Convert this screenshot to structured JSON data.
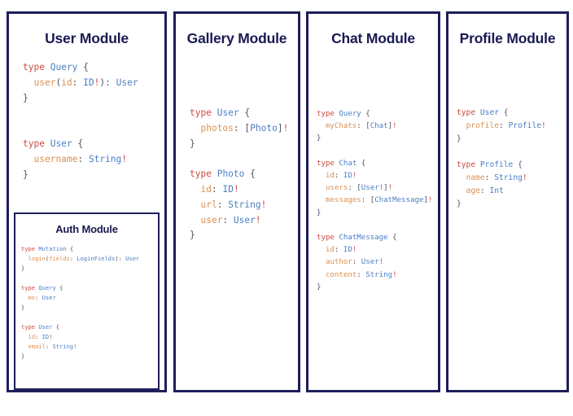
{
  "diagram": {
    "type": "graphql-schema-module-map",
    "modules": [
      {
        "id": "user-module",
        "title": "User Module",
        "code_lines": [
          [
            {
              "t": "kw",
              "s": "type"
            },
            {
              "t": "sp",
              "s": " "
            },
            {
              "t": "type",
              "s": "Query"
            },
            {
              "t": "sp",
              "s": " "
            },
            {
              "t": "punc",
              "s": "{"
            }
          ],
          [
            {
              "t": "sp",
              "s": "  "
            },
            {
              "t": "field",
              "s": "user"
            },
            {
              "t": "punc",
              "s": "("
            },
            {
              "t": "field",
              "s": "id"
            },
            {
              "t": "punc",
              "s": ": "
            },
            {
              "t": "type",
              "s": "ID"
            },
            {
              "t": "bang",
              "s": "!"
            },
            {
              "t": "punc",
              "s": "): "
            },
            {
              "t": "type",
              "s": "User"
            }
          ],
          [
            {
              "t": "punc",
              "s": "}"
            }
          ],
          [],
          [],
          [
            {
              "t": "kw",
              "s": "type"
            },
            {
              "t": "sp",
              "s": " "
            },
            {
              "t": "type",
              "s": "User"
            },
            {
              "t": "sp",
              "s": " "
            },
            {
              "t": "punc",
              "s": "{"
            }
          ],
          [
            {
              "t": "sp",
              "s": "  "
            },
            {
              "t": "field",
              "s": "username"
            },
            {
              "t": "punc",
              "s": ": "
            },
            {
              "t": "type",
              "s": "String"
            },
            {
              "t": "bang",
              "s": "!"
            }
          ],
          [
            {
              "t": "punc",
              "s": "}"
            }
          ]
        ],
        "nested": {
          "id": "auth-module",
          "title": "Auth Module",
          "code_lines": [
            [
              {
                "t": "kw",
                "s": "type"
              },
              {
                "t": "sp",
                "s": " "
              },
              {
                "t": "type",
                "s": "Mutation"
              },
              {
                "t": "sp",
                "s": " "
              },
              {
                "t": "punc",
                "s": "{"
              }
            ],
            [
              {
                "t": "sp",
                "s": "  "
              },
              {
                "t": "field",
                "s": "login"
              },
              {
                "t": "punc",
                "s": "("
              },
              {
                "t": "field",
                "s": "fields"
              },
              {
                "t": "punc",
                "s": ": "
              },
              {
                "t": "type",
                "s": "LoginFields"
              },
              {
                "t": "punc",
                "s": "): "
              },
              {
                "t": "type",
                "s": "User"
              }
            ],
            [
              {
                "t": "punc",
                "s": "}"
              }
            ],
            [],
            [
              {
                "t": "kw",
                "s": "type"
              },
              {
                "t": "sp",
                "s": " "
              },
              {
                "t": "type",
                "s": "Query"
              },
              {
                "t": "sp",
                "s": " "
              },
              {
                "t": "punc",
                "s": "{"
              }
            ],
            [
              {
                "t": "sp",
                "s": "  "
              },
              {
                "t": "field",
                "s": "me"
              },
              {
                "t": "punc",
                "s": ": "
              },
              {
                "t": "type",
                "s": "User"
              }
            ],
            [
              {
                "t": "punc",
                "s": "}"
              }
            ],
            [],
            [
              {
                "t": "kw",
                "s": "type"
              },
              {
                "t": "sp",
                "s": " "
              },
              {
                "t": "type",
                "s": "User"
              },
              {
                "t": "sp",
                "s": " "
              },
              {
                "t": "punc",
                "s": "{"
              }
            ],
            [
              {
                "t": "sp",
                "s": "  "
              },
              {
                "t": "field",
                "s": "id"
              },
              {
                "t": "punc",
                "s": ": "
              },
              {
                "t": "type",
                "s": "ID"
              },
              {
                "t": "bang",
                "s": "!"
              }
            ],
            [
              {
                "t": "sp",
                "s": "  "
              },
              {
                "t": "field",
                "s": "email"
              },
              {
                "t": "punc",
                "s": ": "
              },
              {
                "t": "type",
                "s": "String"
              },
              {
                "t": "bang",
                "s": "!"
              }
            ],
            [
              {
                "t": "punc",
                "s": "}"
              }
            ]
          ]
        }
      },
      {
        "id": "gallery-module",
        "title": "Gallery Module",
        "code_lines": [
          [
            {
              "t": "kw",
              "s": "type"
            },
            {
              "t": "sp",
              "s": " "
            },
            {
              "t": "type",
              "s": "User"
            },
            {
              "t": "sp",
              "s": " "
            },
            {
              "t": "punc",
              "s": "{"
            }
          ],
          [
            {
              "t": "sp",
              "s": "  "
            },
            {
              "t": "field",
              "s": "photos"
            },
            {
              "t": "punc",
              "s": ": ["
            },
            {
              "t": "type",
              "s": "Photo"
            },
            {
              "t": "punc",
              "s": "]"
            },
            {
              "t": "bang",
              "s": "!"
            }
          ],
          [
            {
              "t": "punc",
              "s": "}"
            }
          ],
          [],
          [
            {
              "t": "kw",
              "s": "type"
            },
            {
              "t": "sp",
              "s": " "
            },
            {
              "t": "type",
              "s": "Photo"
            },
            {
              "t": "sp",
              "s": " "
            },
            {
              "t": "punc",
              "s": "{"
            }
          ],
          [
            {
              "t": "sp",
              "s": "  "
            },
            {
              "t": "field",
              "s": "id"
            },
            {
              "t": "punc",
              "s": ": "
            },
            {
              "t": "type",
              "s": "ID"
            },
            {
              "t": "bang",
              "s": "!"
            }
          ],
          [
            {
              "t": "sp",
              "s": "  "
            },
            {
              "t": "field",
              "s": "url"
            },
            {
              "t": "punc",
              "s": ": "
            },
            {
              "t": "type",
              "s": "String"
            },
            {
              "t": "bang",
              "s": "!"
            }
          ],
          [
            {
              "t": "sp",
              "s": "  "
            },
            {
              "t": "field",
              "s": "user"
            },
            {
              "t": "punc",
              "s": ": "
            },
            {
              "t": "type",
              "s": "User"
            },
            {
              "t": "bang",
              "s": "!"
            }
          ],
          [
            {
              "t": "punc",
              "s": "}"
            }
          ]
        ],
        "nested": null
      },
      {
        "id": "chat-module",
        "title": "Chat Module",
        "code_lines": [
          [
            {
              "t": "kw",
              "s": "type"
            },
            {
              "t": "sp",
              "s": " "
            },
            {
              "t": "type",
              "s": "Query"
            },
            {
              "t": "sp",
              "s": " "
            },
            {
              "t": "punc",
              "s": "{"
            }
          ],
          [
            {
              "t": "sp",
              "s": "  "
            },
            {
              "t": "field",
              "s": "myChats"
            },
            {
              "t": "punc",
              "s": ": ["
            },
            {
              "t": "type",
              "s": "Chat"
            },
            {
              "t": "punc",
              "s": "]"
            },
            {
              "t": "bang",
              "s": "!"
            }
          ],
          [
            {
              "t": "punc",
              "s": "}"
            }
          ],
          [],
          [
            {
              "t": "kw",
              "s": "type"
            },
            {
              "t": "sp",
              "s": " "
            },
            {
              "t": "type",
              "s": "Chat"
            },
            {
              "t": "sp",
              "s": " "
            },
            {
              "t": "punc",
              "s": "{"
            }
          ],
          [
            {
              "t": "sp",
              "s": "  "
            },
            {
              "t": "field",
              "s": "id"
            },
            {
              "t": "punc",
              "s": ": "
            },
            {
              "t": "type",
              "s": "ID"
            },
            {
              "t": "bang",
              "s": "!"
            }
          ],
          [
            {
              "t": "sp",
              "s": "  "
            },
            {
              "t": "field",
              "s": "users"
            },
            {
              "t": "punc",
              "s": ": ["
            },
            {
              "t": "type",
              "s": "User"
            },
            {
              "t": "bang",
              "s": "!"
            },
            {
              "t": "punc",
              "s": "]"
            },
            {
              "t": "bang",
              "s": "!"
            }
          ],
          [
            {
              "t": "sp",
              "s": "  "
            },
            {
              "t": "field",
              "s": "messages"
            },
            {
              "t": "punc",
              "s": ": ["
            },
            {
              "t": "type",
              "s": "ChatMessage"
            },
            {
              "t": "punc",
              "s": "]"
            },
            {
              "t": "bang",
              "s": "!"
            }
          ],
          [
            {
              "t": "punc",
              "s": "}"
            }
          ],
          [],
          [
            {
              "t": "kw",
              "s": "type"
            },
            {
              "t": "sp",
              "s": " "
            },
            {
              "t": "type",
              "s": "ChatMessage"
            },
            {
              "t": "sp",
              "s": " "
            },
            {
              "t": "punc",
              "s": "{"
            }
          ],
          [
            {
              "t": "sp",
              "s": "  "
            },
            {
              "t": "field",
              "s": "id"
            },
            {
              "t": "punc",
              "s": ": "
            },
            {
              "t": "type",
              "s": "ID"
            },
            {
              "t": "bang",
              "s": "!"
            }
          ],
          [
            {
              "t": "sp",
              "s": "  "
            },
            {
              "t": "field",
              "s": "author"
            },
            {
              "t": "punc",
              "s": ": "
            },
            {
              "t": "type",
              "s": "User"
            },
            {
              "t": "bang",
              "s": "!"
            }
          ],
          [
            {
              "t": "sp",
              "s": "  "
            },
            {
              "t": "field",
              "s": "content"
            },
            {
              "t": "punc",
              "s": ": "
            },
            {
              "t": "type",
              "s": "String"
            },
            {
              "t": "bang",
              "s": "!"
            }
          ],
          [
            {
              "t": "punc",
              "s": "}"
            }
          ]
        ],
        "nested": null
      },
      {
        "id": "profile-module",
        "title": "Profile Module",
        "code_lines": [
          [
            {
              "t": "kw",
              "s": "type"
            },
            {
              "t": "sp",
              "s": " "
            },
            {
              "t": "type",
              "s": "User"
            },
            {
              "t": "sp",
              "s": " "
            },
            {
              "t": "punc",
              "s": "{"
            }
          ],
          [
            {
              "t": "sp",
              "s": "  "
            },
            {
              "t": "field",
              "s": "profile"
            },
            {
              "t": "punc",
              "s": ": "
            },
            {
              "t": "type",
              "s": "Profile"
            },
            {
              "t": "bang",
              "s": "!"
            }
          ],
          [
            {
              "t": "punc",
              "s": "}"
            }
          ],
          [],
          [
            {
              "t": "kw",
              "s": "type"
            },
            {
              "t": "sp",
              "s": " "
            },
            {
              "t": "type",
              "s": "Profile"
            },
            {
              "t": "sp",
              "s": " "
            },
            {
              "t": "punc",
              "s": "{"
            }
          ],
          [
            {
              "t": "sp",
              "s": "  "
            },
            {
              "t": "field",
              "s": "name"
            },
            {
              "t": "punc",
              "s": ": "
            },
            {
              "t": "type",
              "s": "String"
            },
            {
              "t": "bang",
              "s": "!"
            }
          ],
          [
            {
              "t": "sp",
              "s": "  "
            },
            {
              "t": "field",
              "s": "age"
            },
            {
              "t": "punc",
              "s": ": "
            },
            {
              "t": "type",
              "s": "Int"
            }
          ],
          [
            {
              "t": "punc",
              "s": "}"
            }
          ]
        ],
        "nested": null
      }
    ]
  },
  "colors": {
    "border": "#1e1e5a",
    "title": "#1a1a52",
    "keyword": "#cc4b43",
    "type_name": "#4b7fc4",
    "field_name": "#dd9050",
    "punctuation": "#555563",
    "background": "#ffffff"
  }
}
